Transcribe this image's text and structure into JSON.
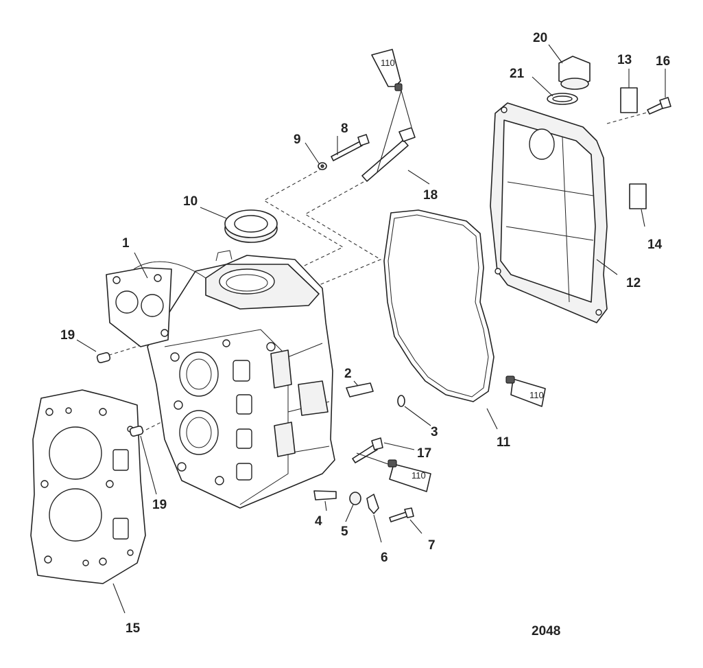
{
  "diagram": {
    "figure_number": "2048",
    "callouts": [
      "1",
      "2",
      "3",
      "4",
      "5",
      "6",
      "7",
      "8",
      "9",
      "10",
      "11",
      "12",
      "13",
      "14",
      "15",
      "16",
      "17",
      "18",
      "19",
      "19",
      "20",
      "21"
    ],
    "sealant_tube_label": "110"
  }
}
